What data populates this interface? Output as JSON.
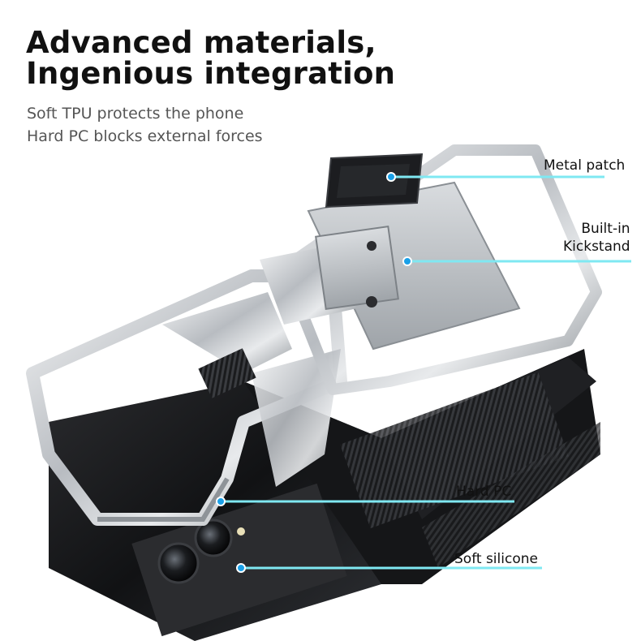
{
  "headline": {
    "line1": "Advanced materials,",
    "line2": "Ingenious integration"
  },
  "subtitle": {
    "line1": "Soft TPU protects the phone",
    "line2": "Hard PC blocks external forces"
  },
  "callouts": {
    "metal_patch": "Metal patch",
    "kickstand_line1": "Built-in",
    "kickstand_line2": "Kickstand",
    "hard_pc": "Hard PC",
    "soft_silicone": "Soft silicone"
  },
  "colors": {
    "callout_line": "#7fe8f2",
    "callout_dot": "#1aa0e8",
    "frame_silver": "#c9ccd0",
    "case_black": "#1b1c1e"
  }
}
